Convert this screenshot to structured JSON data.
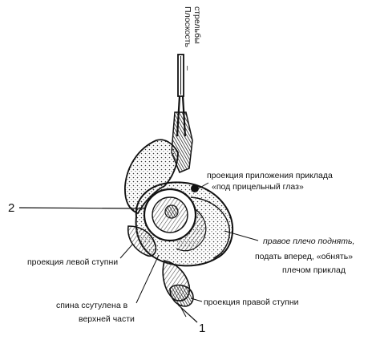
{
  "diagram": {
    "axis_label_line1": "Плоскость",
    "axis_label_line2": "–",
    "axis_label_line3": "стрельбы",
    "marker_1": "1",
    "marker_2": "2",
    "label_stock_line1": "проекция приложения приклада",
    "label_stock_line2": "«под прицельный глаз»",
    "label_shoulder_line1": "правое плечо поднять,",
    "label_shoulder_line2": "подать вперед, «обнять»",
    "label_shoulder_line3": "плечом приклад",
    "label_left_foot": "проекция левой ступни",
    "label_back_line1": "спина ссутулена в",
    "label_back_line2": "верхней части",
    "label_right_foot": "проекция правой ступни",
    "colors": {
      "ink": "#111111",
      "paper": "#ffffff",
      "hatch": "#555555"
    }
  }
}
